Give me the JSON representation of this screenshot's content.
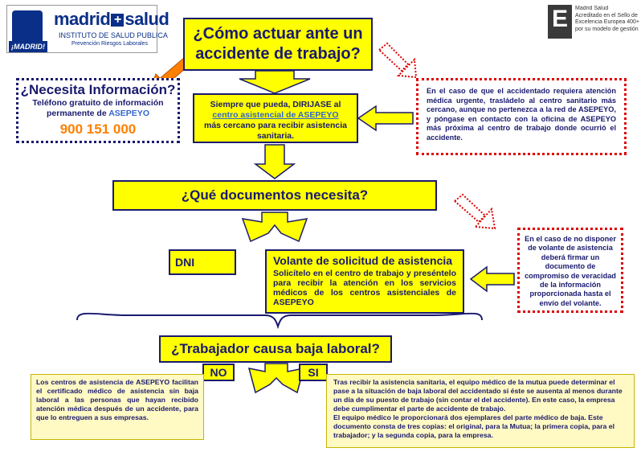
{
  "logo": {
    "name_left": "madrid",
    "name_plus": "+",
    "name_right": "salud",
    "institute": "INSTITUTO DE SALUD PUBLICA",
    "subtitle": "Prevención Riesgos Laborales",
    "city_tag": "¡MADRID!"
  },
  "seal": {
    "letter": "E",
    "lines": [
      "Madrid Salud",
      "Acreditado en el Sello de",
      "Excelencia Europea 400+",
      "por su modelo de gestión"
    ]
  },
  "main_title": "¿Cómo actuar ante un accidente de trabajo?",
  "info": {
    "title": "¿Necesita Información?",
    "line1": "Teléfono gratuito de información",
    "line2_prefix": "permanente de ",
    "line2_brand": "ASEPEYO",
    "phone": "900 151 000"
  },
  "direct": {
    "part1": "Siempre que pueda, DIRIJASE al",
    "link": "centro asistencial de ASEPEYO",
    "part2": "más cercano para recibir asistencia sanitaria."
  },
  "urgent_note": "En el caso de que el accidentado requiera atención médica urgente, trasládelo al centro sanitario más cercano, aunque no pertenezca a la red de ASEPEYO, y póngase en contacto con la oficina de ASEPEYO más próxima al centro de trabajo donde ocurrió el accidente.",
  "docs_title": "¿Qué documentos necesita?",
  "dni": "DNI",
  "volante": {
    "title": "Volante de solicitud de asistencia",
    "text": "Solicítelo en el centro de trabajo y preséntelo para recibir la atención en los servicios médicos de los centros asistenciales de ASEPEYO"
  },
  "volante_note": "En el caso de no disponer de volante de asistencia deberá firmar un documento de compromiso de veracidad de la información proporcionada hasta el envío del volante.",
  "baja_title": "¿Trabajador causa baja laboral?",
  "no_label": "NO",
  "si_label": "SI",
  "no_text": "Los centros de asistencia de ASEPEYO facilitan el certificado médico de asistencia sin baja laboral a las personas que hayan recibido atención médica después de un accidente, para que lo entreguen a sus empresas.",
  "si_text": [
    "Tras recibir la asistencia sanitaria, el equipo médico de la mutua puede determinar el pase a la situación de baja laboral del accidentado si éste se ausenta al menos durante un día de su puesto de trabajo (sin contar el del accidente). En este caso, la empresa debe cumplimentar el parte de accidente de trabajo.",
    "El equipo médico le proporcionará dos ejemplares del parte médico de baja. Este documento consta de tres copias: el original, para la Mutua; la primera copia, para el trabajador; y la segunda copia, para la empresa."
  ],
  "colors": {
    "accent_yellow": "#ffff00",
    "navy": "#1a1a6e",
    "alert_red": "#dd0000",
    "phone_orange": "#ff7f00"
  }
}
